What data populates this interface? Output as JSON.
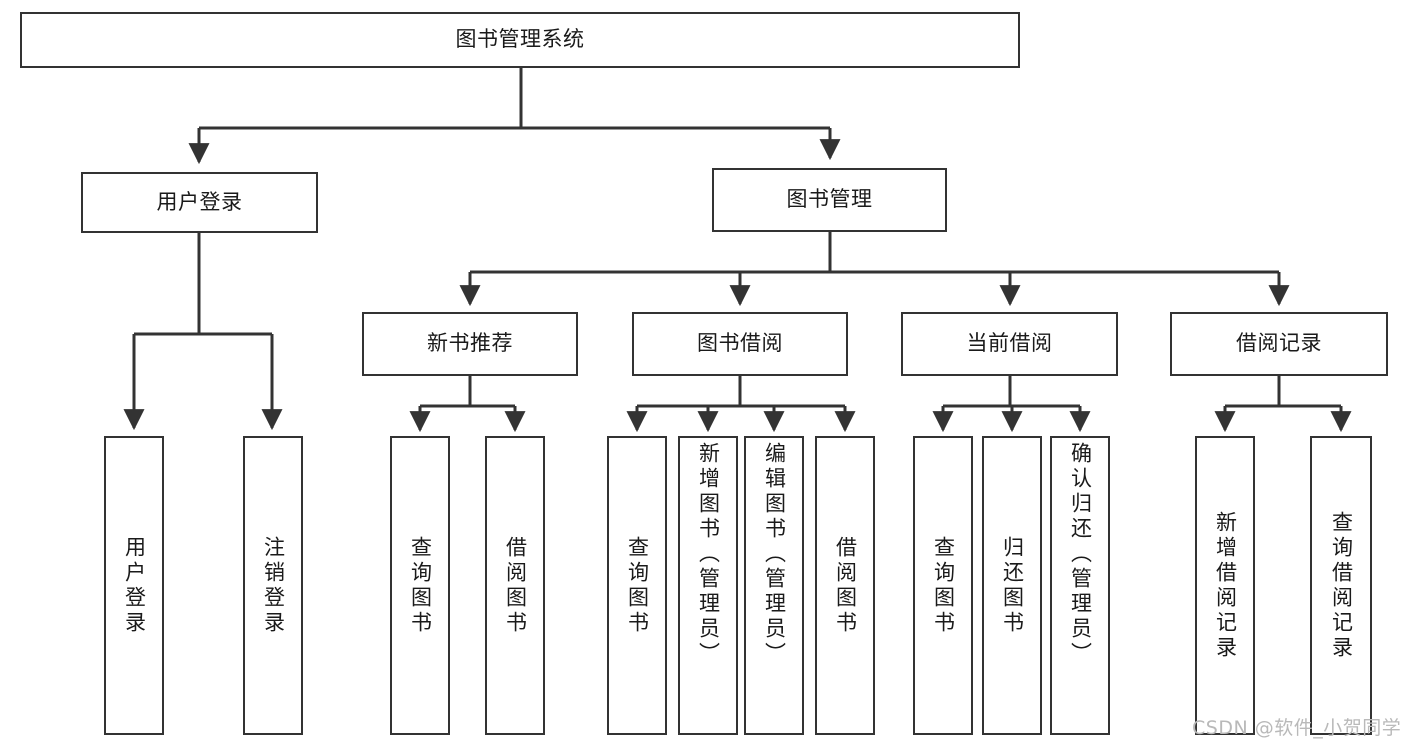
{
  "diagram": {
    "type": "tree-hierarchy-diagram",
    "title": "图书管理系统",
    "colors": {
      "stroke": "#333333",
      "box_fill": "#ffffff",
      "text": "#1a1a1a",
      "background": "#ffffff",
      "watermark": "#b9b9b9"
    },
    "root": {
      "label": "图书管理系统"
    },
    "level2": [
      {
        "id": "user-login",
        "label": "用户登录"
      },
      {
        "id": "book-management",
        "label": "图书管理"
      }
    ],
    "level3": [
      {
        "id": "new-book-recommend",
        "label": "新书推荐"
      },
      {
        "id": "book-borrow",
        "label": "图书借阅"
      },
      {
        "id": "current-borrow",
        "label": "当前借阅"
      },
      {
        "id": "borrow-record",
        "label": "借阅记录"
      }
    ],
    "leaves": {
      "user_login": [
        {
          "id": "leaf-user-login",
          "label": "用户登录"
        },
        {
          "id": "leaf-logout-login",
          "label": "注销登录"
        }
      ],
      "new_book_recommend": [
        {
          "id": "leaf-query-book-1",
          "label": "查询图书"
        },
        {
          "id": "leaf-borrow-book-1",
          "label": "借阅图书"
        }
      ],
      "book_borrow": [
        {
          "id": "leaf-query-book-2",
          "label": "查询图书"
        },
        {
          "id": "leaf-add-book",
          "label": "新增图书（管理员）"
        },
        {
          "id": "leaf-edit-book",
          "label": "编辑图书（管理员）"
        },
        {
          "id": "leaf-borrow-book-2",
          "label": "借阅图书"
        }
      ],
      "current_borrow": [
        {
          "id": "leaf-query-book-3",
          "label": "查询图书"
        },
        {
          "id": "leaf-return-book",
          "label": "归还图书"
        },
        {
          "id": "leaf-confirm-return",
          "label": "确认归还（管理员）"
        }
      ],
      "borrow_record": [
        {
          "id": "leaf-add-record",
          "label": "新增借阅记录"
        },
        {
          "id": "leaf-query-record",
          "label": "查询借阅记录"
        }
      ]
    }
  },
  "watermark": {
    "text": "CSDN @软件_小贺同学"
  }
}
